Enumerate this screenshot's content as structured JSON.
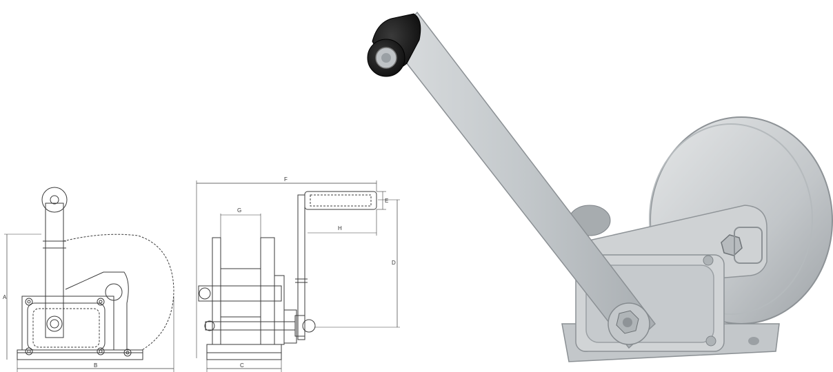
{
  "drawing": {
    "dimension_labels": {
      "A": "A",
      "B": "B",
      "C": "C",
      "D": "D",
      "E": "E",
      "F": "F",
      "G": "G",
      "H": "H"
    },
    "line_color": "#3a3a3a"
  },
  "photo": {
    "metal_color": "#c9cdd0",
    "metal_dark": "#9aa0a4",
    "grip_color": "#1e1e1e"
  }
}
